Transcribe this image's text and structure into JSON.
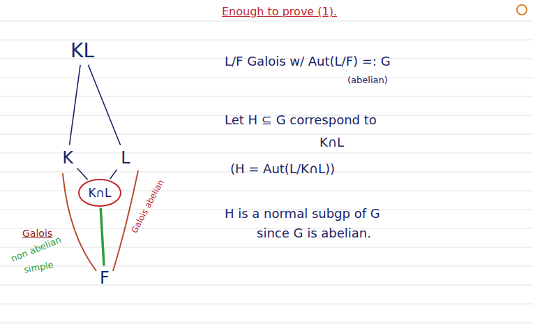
{
  "diagram": {
    "nodes": [
      {
        "text": [
          "KL"
        ]
      },
      {
        "text": [
          "K"
        ]
      },
      {
        "text": [
          "L"
        ]
      },
      {
        "text": [
          "K∩L"
        ]
      },
      {
        "text": [
          "F"
        ]
      }
    ],
    "edges": [
      {
        "from": 0,
        "to": 1,
        "arrow": "none"
      },
      {
        "from": 0,
        "to": 2,
        "arrow": "none"
      },
      {
        "from": 1,
        "to": 3,
        "arrow": "none"
      },
      {
        "from": 2,
        "to": 3,
        "arrow": "none"
      },
      {
        "from": 3,
        "to": 4,
        "arrow": "none"
      }
    ],
    "labels": [
      "Enough to prove (1).",
      "L/F Galois w/ Aut(L/F) =: G",
      "(abelian)",
      "Let H ⊆ G correspond to",
      "K∩L",
      "(H = Aut(L/K∩L))",
      "H is a normal subgp of G",
      "since G is abelian.",
      "Galois",
      "non abelian",
      "simple",
      "Galois abelian"
    ]
  }
}
